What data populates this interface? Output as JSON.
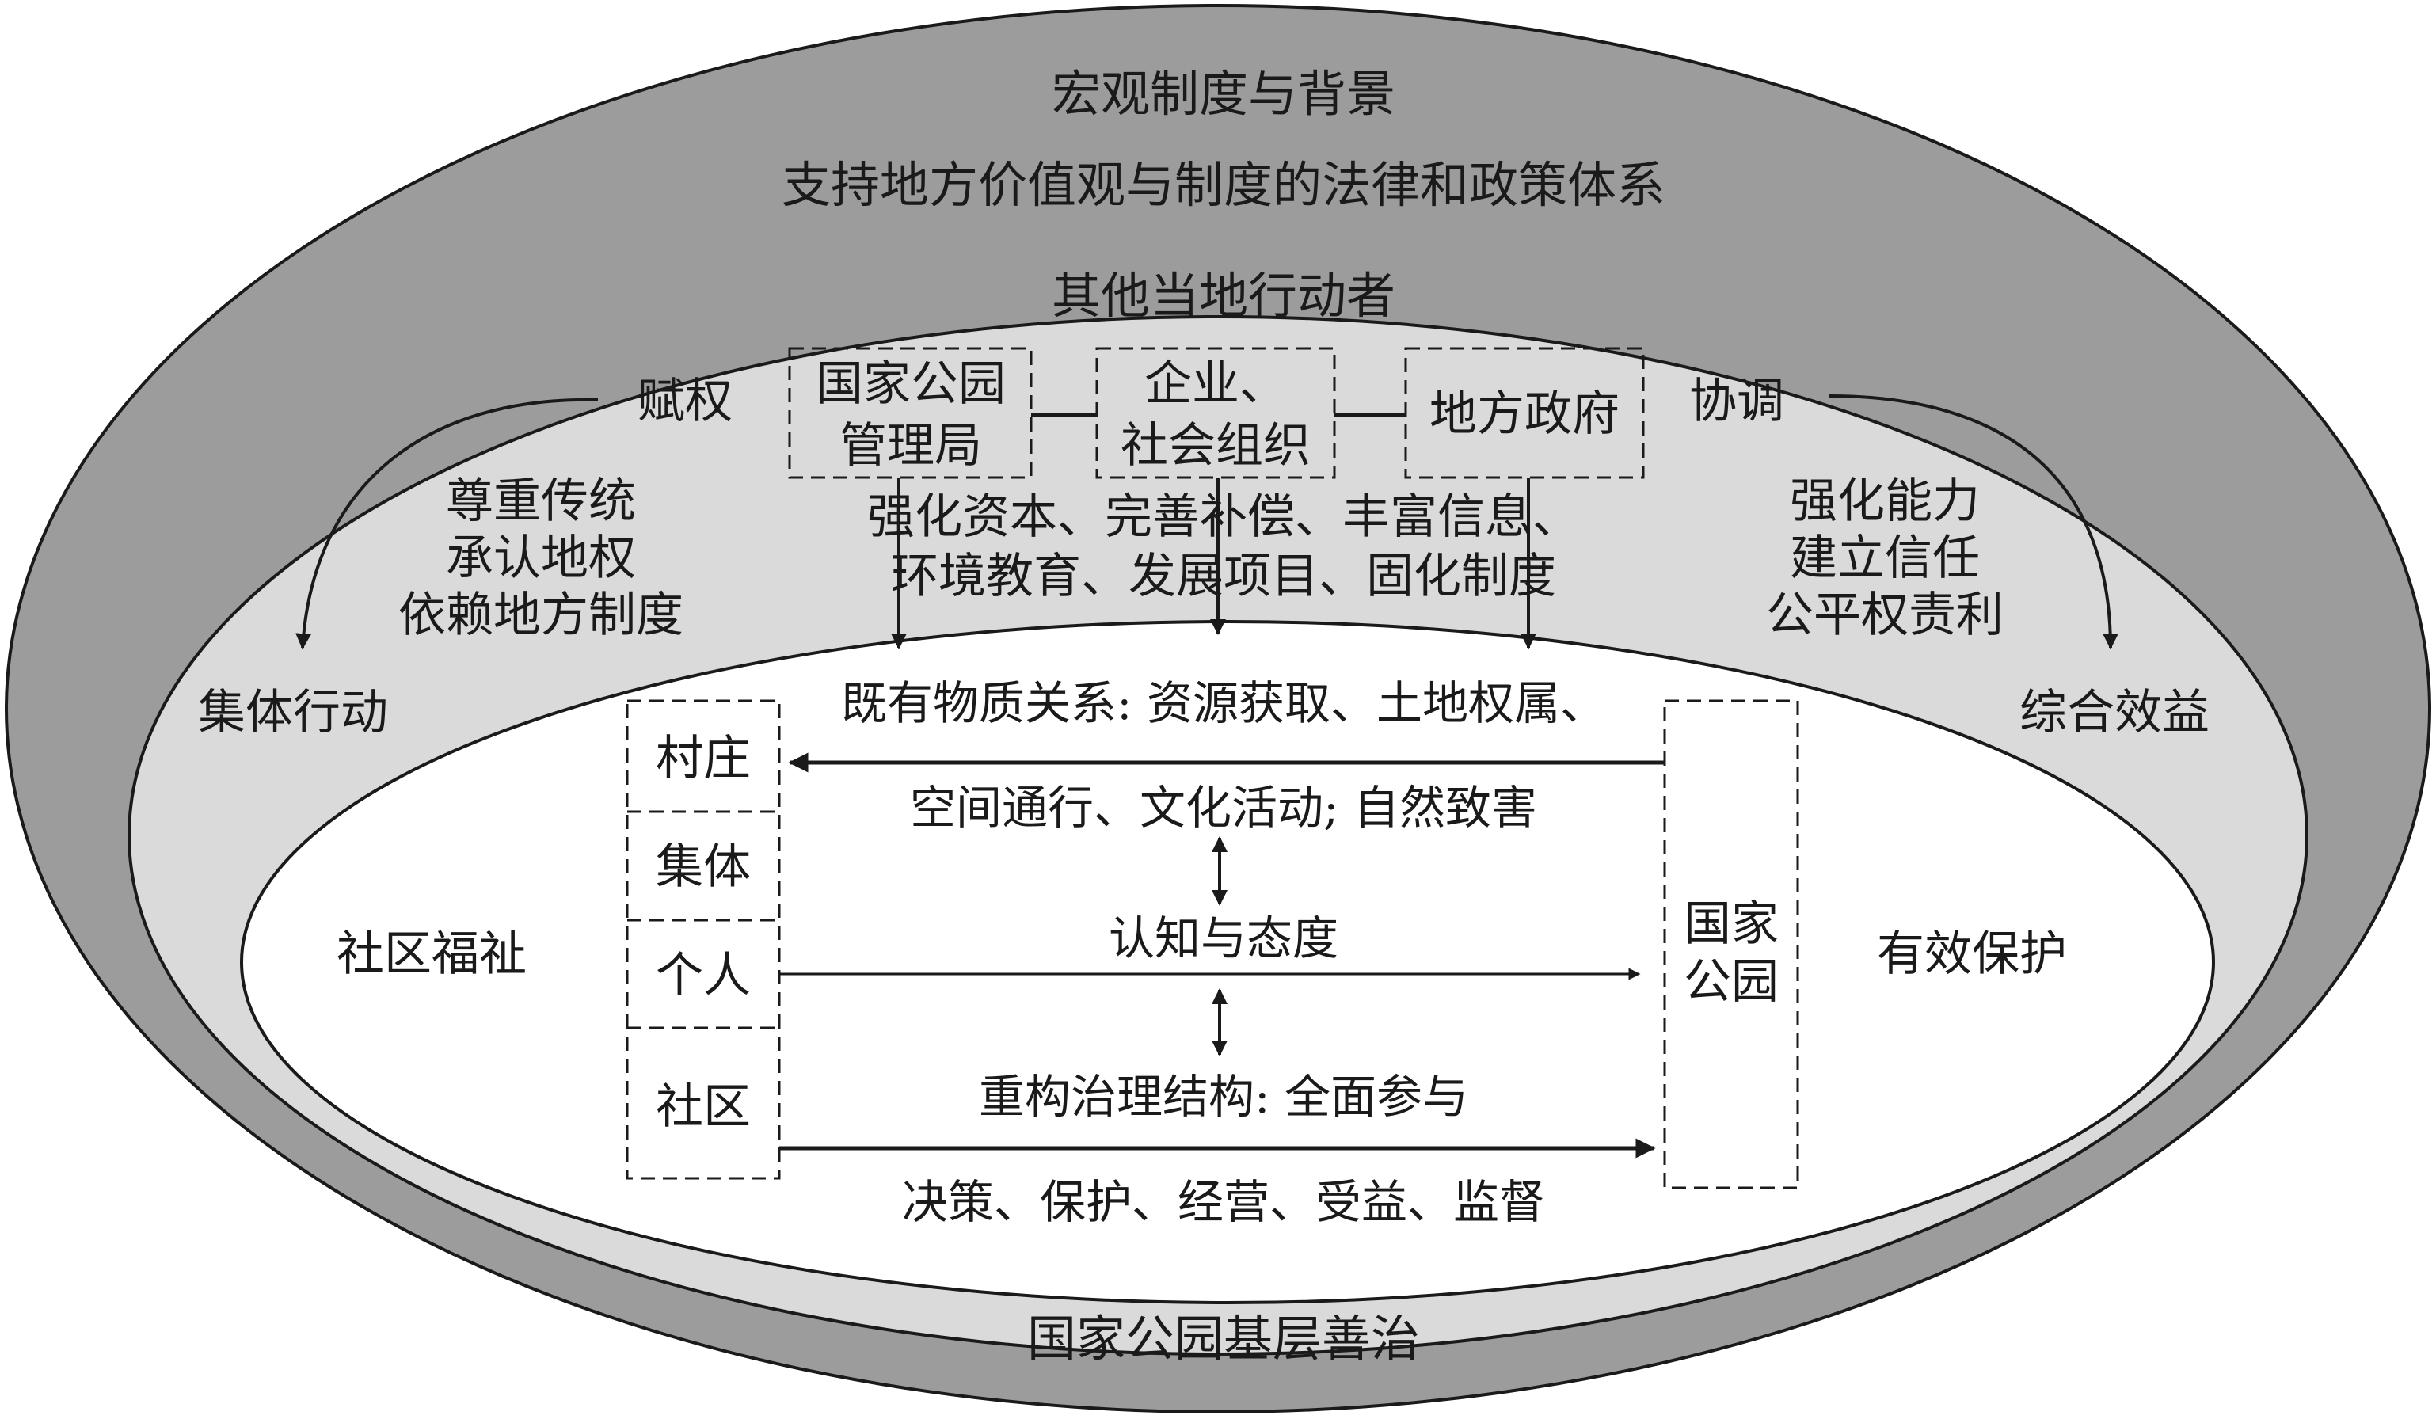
{
  "outer_ring": {
    "title": "宏观制度与背景",
    "subtitle": "支持地方价值观与制度的法律和政策体系"
  },
  "middle_ring": {
    "title": "其他当地行动者",
    "actors": [
      {
        "line1": "国家公园",
        "line2": "管理局"
      },
      {
        "line1": "企业、",
        "line2": "社会组织"
      },
      {
        "line1": "地方政府",
        "line2": ""
      }
    ],
    "left_process": {
      "label": "赋权",
      "items": [
        "尊重传统",
        "承认地权",
        "依赖地方制度"
      ],
      "result": "集体行动"
    },
    "right_process": {
      "label": "协调",
      "items": [
        "强化能力",
        "建立信任",
        "公平权责利"
      ],
      "result": "综合效益"
    },
    "center_actions": {
      "line1": "强化资本、完善补偿、丰富信息、",
      "line2": "环境教育、发展项目、固化制度"
    },
    "bottom_title": "国家公园基层善治"
  },
  "inner_ring": {
    "left_label": "社区福祉",
    "right_label": "有效保护",
    "community_levels": [
      "村庄",
      "集体",
      "个人",
      "社区"
    ],
    "park_box": {
      "line1": "国家",
      "line2": "公园"
    },
    "relation_1": {
      "line1": "既有物质关系: 资源获取、土地权属、",
      "line2": "空间通行、文化活动; 自然致害"
    },
    "relation_2": "认知与态度",
    "relation_3": {
      "title": "重构治理结构: 全面参与",
      "detail": "决策、保护、经营、受益、监督"
    }
  },
  "colors": {
    "outer_fill": "#9c9c9c",
    "middle_fill": "#dadada",
    "inner_fill": "#ffffff",
    "stroke": "#1a1a1a"
  }
}
